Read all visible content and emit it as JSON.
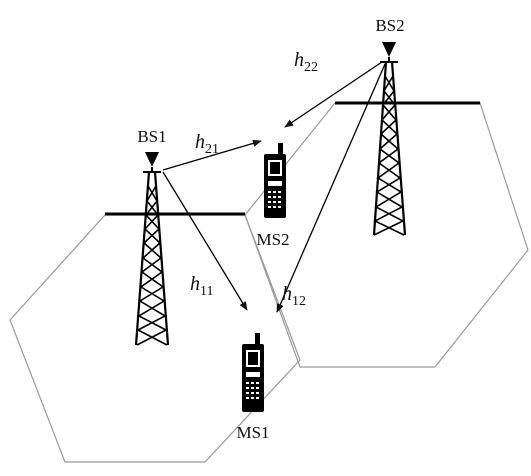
{
  "base_stations": {
    "bs1": {
      "label": "BS1"
    },
    "bs2": {
      "label": "BS2"
    }
  },
  "mobiles": {
    "ms1": {
      "label": "MS1"
    },
    "ms2": {
      "label": "MS2"
    }
  },
  "channels": {
    "h11": {
      "symbol": "h",
      "sub": "11"
    },
    "h12": {
      "symbol": "h",
      "sub": "12"
    },
    "h21": {
      "symbol": "h",
      "sub": "21"
    },
    "h22": {
      "symbol": "h",
      "sub": "22"
    }
  }
}
